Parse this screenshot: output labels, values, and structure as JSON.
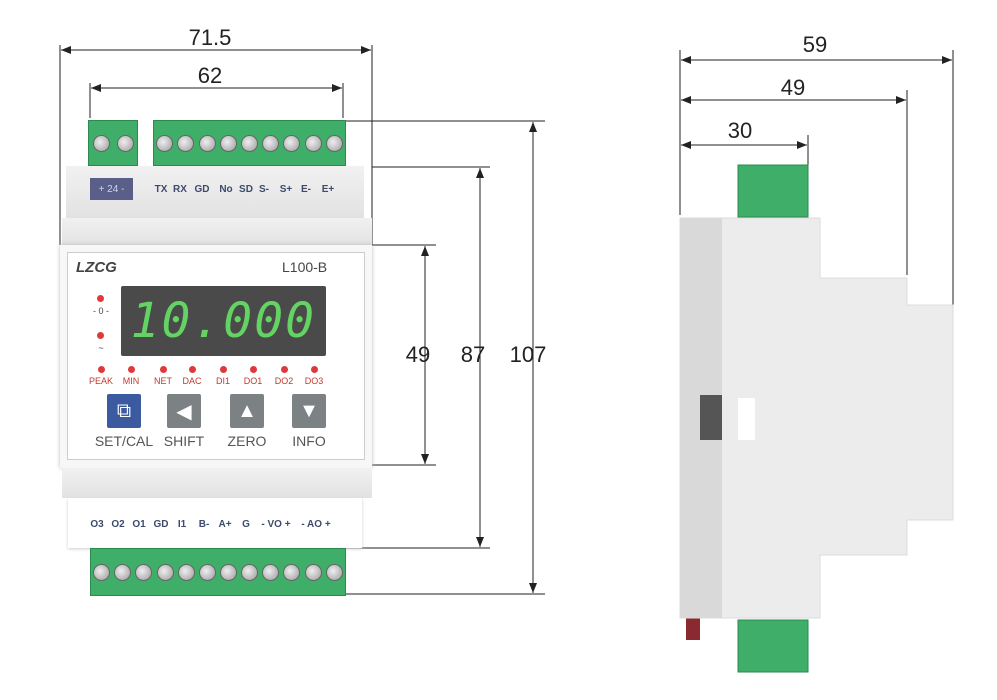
{
  "front_view": {
    "dimensions": {
      "total_width": "71.5",
      "rail_width": "62",
      "face_height": "49",
      "body_height": "87",
      "total_height": "107"
    },
    "brand": "LZCG",
    "model": "L100-B",
    "display_value": "10.000",
    "power_label": "+ 24 -",
    "top_terminals": [
      "TX",
      "RX",
      "GD",
      "No",
      "SD",
      "S-",
      "S+",
      "E-",
      "E+"
    ],
    "bottom_terminals": [
      "O3",
      "O2",
      "O1",
      "GD",
      "I1",
      "B-",
      "A+",
      "G",
      "- VO +",
      "- AO +"
    ],
    "side_leds": [
      "- 0 -",
      "~"
    ],
    "indicator_leds": [
      "PEAK",
      "MIN",
      "NET",
      "DAC",
      "DI1",
      "DO1",
      "DO2",
      "DO3"
    ],
    "buttons": [
      {
        "label": "SET/CAL",
        "icon": "copy-icon",
        "glyph": "⧉",
        "color": "#3b5aa0"
      },
      {
        "label": "SHIFT",
        "icon": "arrow-left-icon",
        "glyph": "◀",
        "color": "#7c8184"
      },
      {
        "label": "ZERO",
        "icon": "arrow-up-icon",
        "glyph": "▲",
        "color": "#7c8184"
      },
      {
        "label": "INFO",
        "icon": "arrow-down-icon",
        "glyph": "▼",
        "color": "#7c8184"
      }
    ],
    "colors": {
      "display_bg": "#4a4a4a",
      "digits": "#63d463",
      "terminal": "#3fae69",
      "led": "#e0393b"
    }
  },
  "side_view": {
    "dimensions": {
      "total_depth": "59",
      "mid_depth": "49",
      "terminal_depth": "30"
    }
  }
}
